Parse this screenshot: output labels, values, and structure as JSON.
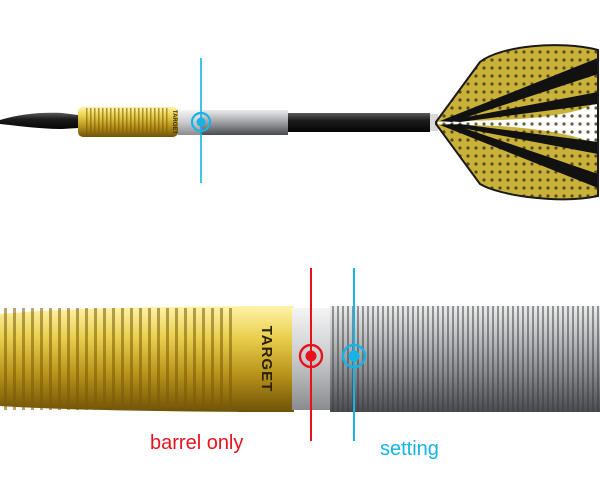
{
  "labels": {
    "barrel_only": "barrel only",
    "setting": "setting"
  },
  "brand": {
    "barrel_text": "TARGET"
  },
  "colors": {
    "barrel_marker": "#e8121e",
    "setting_marker": "#14b4e6",
    "barrel_gold": "#d8b62a",
    "shaft_silver": "#8e9094",
    "shaft_black": "#141414",
    "flight_yellow": "#c9b13a"
  }
}
